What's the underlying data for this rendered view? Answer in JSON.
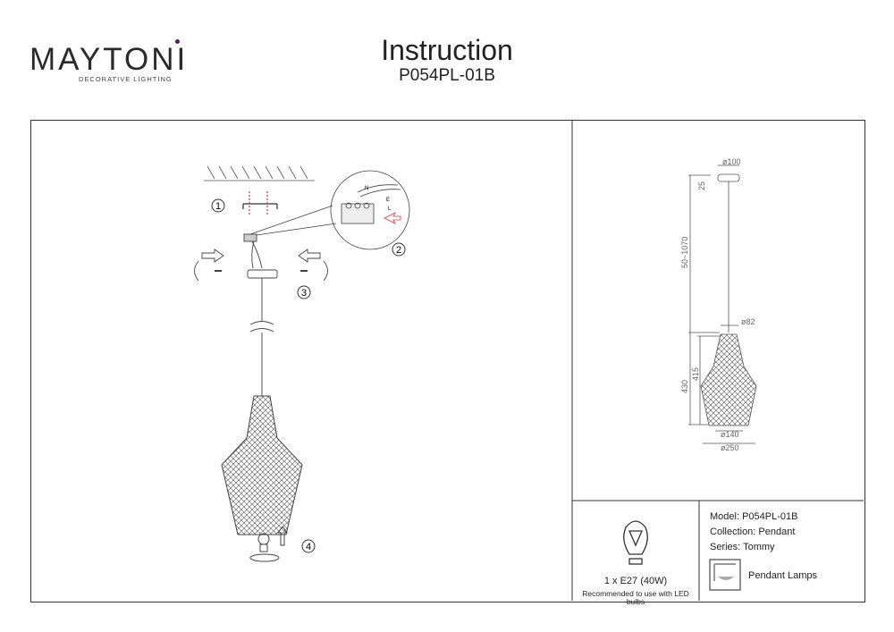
{
  "header": {
    "logo_text": "MAYTONI",
    "logo_tagline": "DECORATIVE LIGHTING",
    "title": "Instruction",
    "model_code": "P054PL-01B"
  },
  "steps": [
    "1",
    "2",
    "3",
    "4"
  ],
  "wiring_labels": {
    "neutral": "N",
    "live": "L",
    "earth": "E"
  },
  "dimensions": {
    "canopy_diameter": "ø100",
    "canopy_height": "25",
    "cord_length": "50~1070",
    "shade_top_diameter": "ø82",
    "total_height": "430",
    "shade_height": "415",
    "shade_bottom_diameter": "ø140",
    "shade_max_diameter": "ø250"
  },
  "bulb": {
    "spec": "1 x E27 (40W)",
    "note": "Recommended to use with LED bulbs"
  },
  "specs": {
    "model": "Model: P054PL-01B",
    "collection": "Collection: Pendant",
    "series": "Series: Tommy",
    "type": "Pendant Lamps"
  },
  "colors": {
    "logo_accent": "#5a1a5e",
    "arrow_red": "#e03030",
    "line": "#333333"
  }
}
